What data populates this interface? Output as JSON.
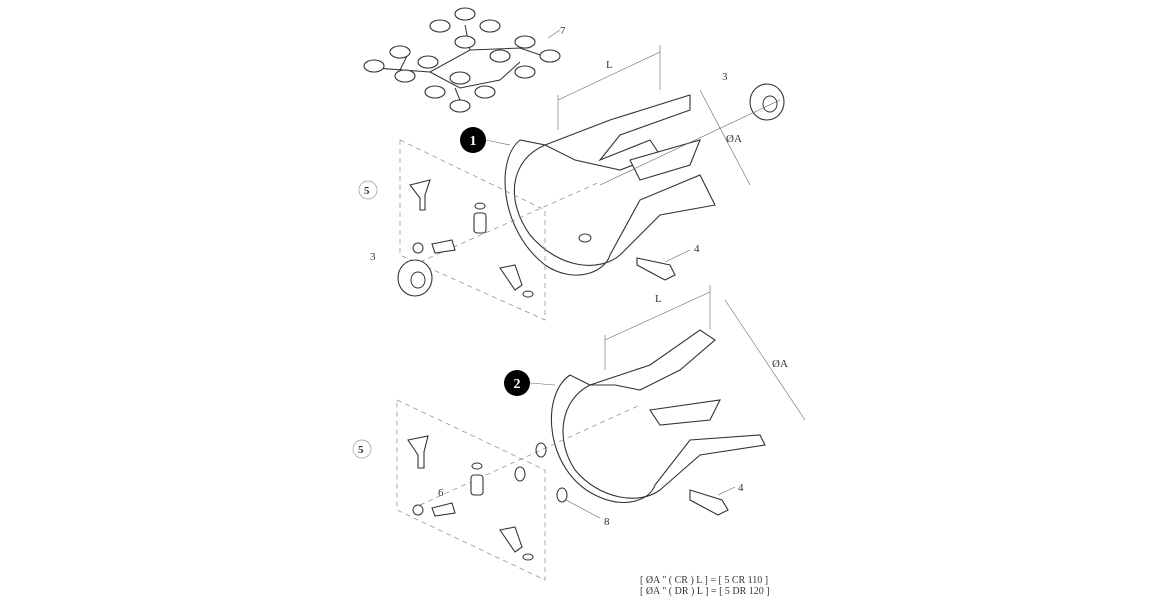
{
  "labels": {
    "top_tree": "7",
    "top_length": "L",
    "top_bearing_right": "3",
    "assembly_1": "1",
    "top_diameter": "ØA",
    "top_valve_kit": "5",
    "top_bearing_left": "3",
    "top_valve": "4",
    "bottom_length": "L",
    "bottom_diameter": "ØA",
    "assembly_2": "2",
    "bottom_valve_kit": "5",
    "bottom_oring": "6",
    "bottom_valve": "4",
    "bottom_spacers": "8"
  },
  "formula": {
    "line1": "[ ØA \" ( CR ) L ] = [ 5 CR 110 ]",
    "line2": "[ ØA \" ( DR ) L ] = [ 5 DR 120 ]"
  }
}
